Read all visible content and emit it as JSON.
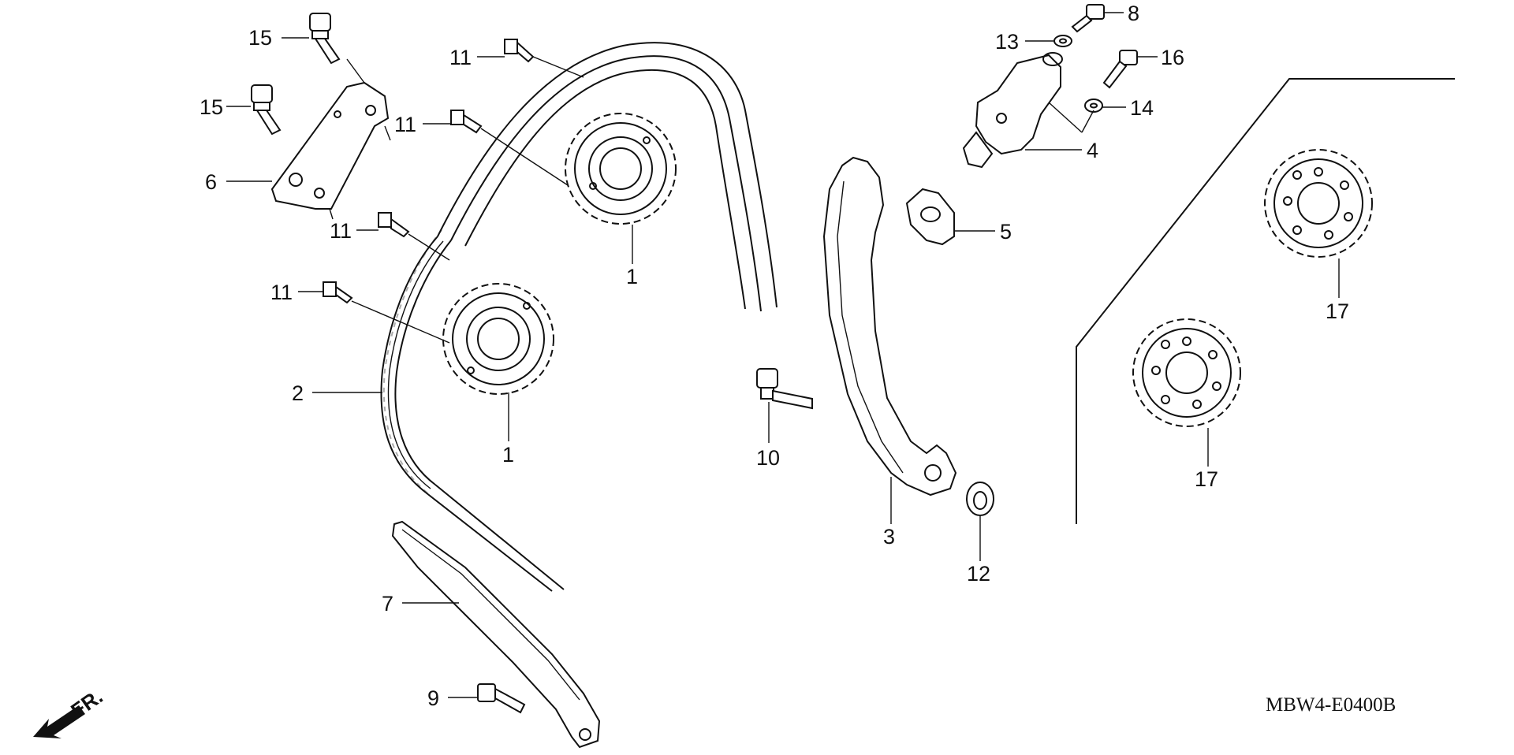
{
  "diagram": {
    "code": "MBW4-E0400B",
    "front_indicator": "FR.",
    "callouts": [
      {
        "id": "c15a",
        "label": "15"
      },
      {
        "id": "c15b",
        "label": "15"
      },
      {
        "id": "c6",
        "label": "6"
      },
      {
        "id": "c11a",
        "label": "11"
      },
      {
        "id": "c11b",
        "label": "11"
      },
      {
        "id": "c11c",
        "label": "11"
      },
      {
        "id": "c11d",
        "label": "11"
      },
      {
        "id": "c2",
        "label": "2"
      },
      {
        "id": "c1a",
        "label": "1"
      },
      {
        "id": "c1b",
        "label": "1"
      },
      {
        "id": "c7",
        "label": "7"
      },
      {
        "id": "c9",
        "label": "9"
      },
      {
        "id": "c10",
        "label": "10"
      },
      {
        "id": "c3",
        "label": "3"
      },
      {
        "id": "c12",
        "label": "12"
      },
      {
        "id": "c5",
        "label": "5"
      },
      {
        "id": "c4",
        "label": "4"
      },
      {
        "id": "c8",
        "label": "8"
      },
      {
        "id": "c13",
        "label": "13"
      },
      {
        "id": "c16",
        "label": "16"
      },
      {
        "id": "c14",
        "label": "14"
      },
      {
        "id": "c17a",
        "label": "17"
      },
      {
        "id": "c17b",
        "label": "17"
      }
    ]
  }
}
